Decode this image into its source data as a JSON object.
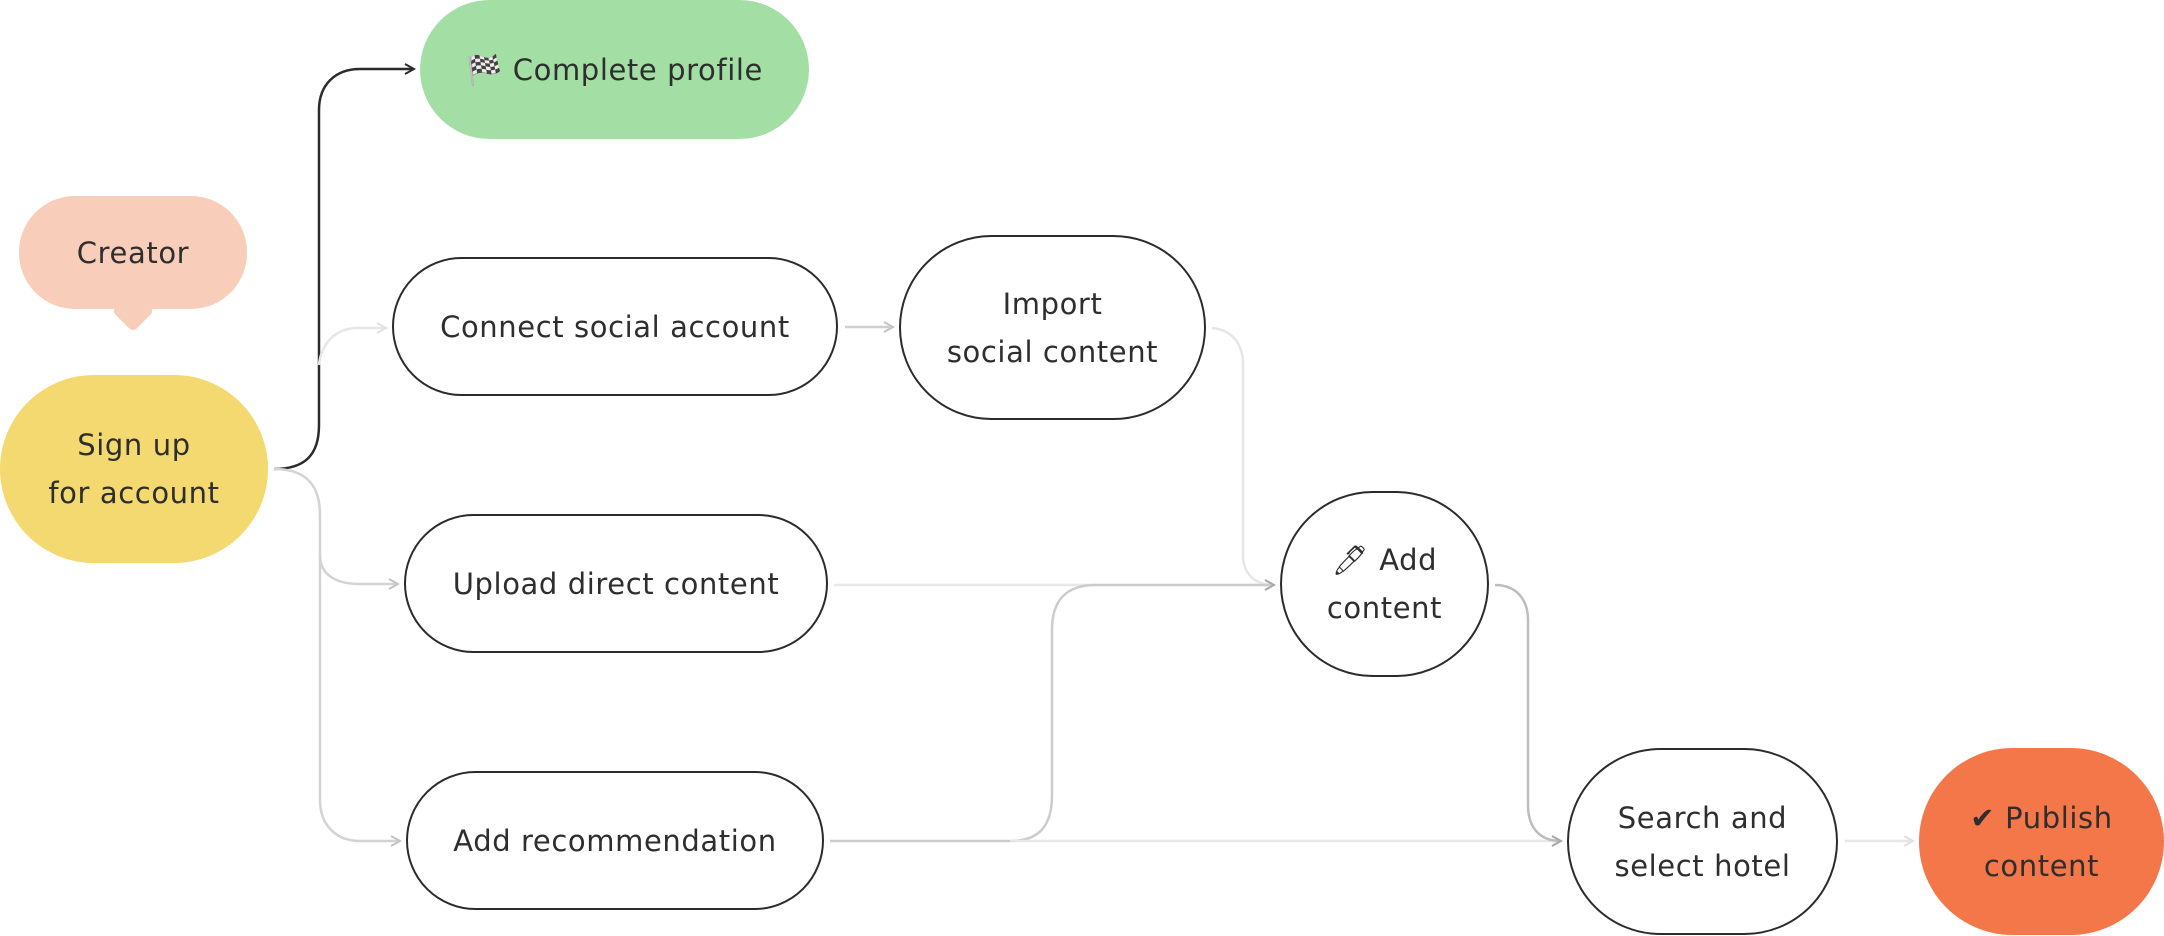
{
  "diagram": {
    "title": "",
    "colors": {
      "creator": "#f8cdb9",
      "signup": "#f3d970",
      "complete_profile": "#a3dfa5",
      "publish": "#f4774a",
      "node_border": "#2b2b2b",
      "edge_dark": "#2b2b2b",
      "edge_light": "#d3d3d3",
      "edge_lighter": "#e6e6e6"
    },
    "nodes": {
      "creator": {
        "label": "Creator"
      },
      "signup": {
        "label": "Sign up\nfor account"
      },
      "complete_profile": {
        "icon": "checkered-flag-icon",
        "icon_glyph": "🏁",
        "label": "Complete profile"
      },
      "connect_social": {
        "label": "Connect social account"
      },
      "import_social": {
        "label": "Import\nsocial content"
      },
      "upload_direct": {
        "label": "Upload direct content"
      },
      "add_content": {
        "icon": "pencil-icon",
        "icon_glyph": "🖊",
        "label_line1": "Add",
        "label_line2": "content"
      },
      "add_recommendation": {
        "label": "Add recommendation"
      },
      "search_hotel": {
        "label": "Search and\nselect hotel"
      },
      "publish": {
        "icon": "checkmark-icon",
        "icon_glyph": "✔",
        "label_line1": "Publish",
        "label_line2": "content"
      }
    },
    "edges": [
      {
        "from": "signup",
        "to": "complete_profile",
        "style": "dark"
      },
      {
        "from": "signup",
        "to": "connect_social",
        "style": "lighter"
      },
      {
        "from": "signup",
        "to": "upload_direct",
        "style": "light"
      },
      {
        "from": "signup",
        "to": "add_recommendation",
        "style": "light"
      },
      {
        "from": "connect_social",
        "to": "import_social",
        "style": "light"
      },
      {
        "from": "import_social",
        "to": "add_content",
        "style": "lighter"
      },
      {
        "from": "upload_direct",
        "to": "add_content",
        "style": "lighter"
      },
      {
        "from": "add_recommendation",
        "to": "add_content",
        "style": "light"
      },
      {
        "from": "add_recommendation",
        "to": "search_hotel",
        "style": "lighter"
      },
      {
        "from": "add_content",
        "to": "search_hotel",
        "style": "light"
      },
      {
        "from": "search_hotel",
        "to": "publish",
        "style": "lighter"
      }
    ]
  }
}
